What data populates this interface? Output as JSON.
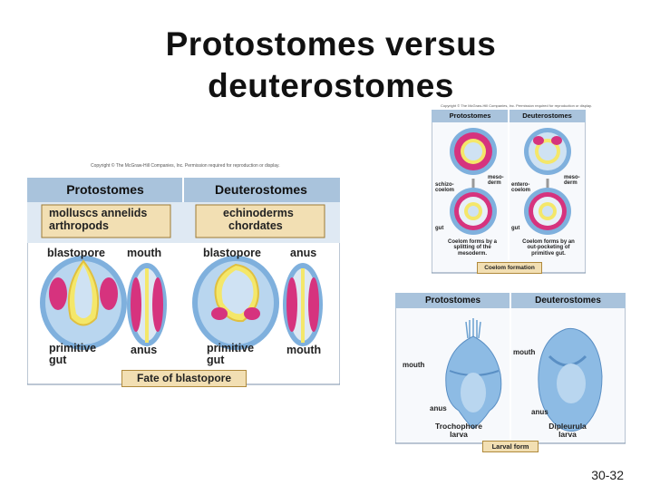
{
  "title_line1": "Protostomes versus",
  "title_line2": "deuterostomes",
  "slide_number": "30-32",
  "copyright": "Copyright © The McGraw-Hill Companies, Inc. Permission required for reproduction or display.",
  "fig_left": {
    "protostomes": "Protostomes",
    "deuterostomes": "Deuterostomes",
    "proto_examples_1": "molluscs annelids",
    "proto_examples_2": "arthropods",
    "deut_examples_1": "echinoderms",
    "deut_examples_2": "chordates",
    "blastopore_a": "blastopore",
    "mouth_a": "mouth",
    "blastopore_b": "blastopore",
    "anus_a": "anus",
    "primitive_gut_a": "primitive",
    "gut_a": "gut",
    "anus_b": "anus",
    "primitive_gut_b": "primitive",
    "gut_b": "gut",
    "mouth_b": "mouth",
    "caption": "Fate of blastopore"
  },
  "fig_coelom": {
    "protostomes": "Protostomes",
    "deuterostomes": "Deuterostomes",
    "mesoderm_a": "meso-",
    "mesoderm_a2": "derm",
    "schizocoelom": "schizo-",
    "schizocoelom2": "coelom",
    "mesoderm_b": "meso-",
    "mesoderm_b2": "derm",
    "enterocoelom": "entero-",
    "enterocoelom2": "coelom",
    "gut_a": "gut",
    "gut_b": "gut",
    "desc_a1": "Coelom forms by a",
    "desc_a2": "splitting of the",
    "desc_a3": "mesoderm.",
    "desc_b1": "Coelom forms by an",
    "desc_b2": "out-pocketing of",
    "desc_b3": "primitive gut.",
    "caption": "Coelom formation"
  },
  "fig_larva": {
    "protostomes": "Protostomes",
    "deuterostomes": "Deuterostomes",
    "mouth_a": "mouth",
    "anus_a": "anus",
    "mouth_b": "mouth",
    "anus_b": "anus",
    "larva_a1": "Trochophore",
    "larva_a2": "larva",
    "larva_b1": "Dipleurula",
    "larva_b2": "larva",
    "caption": "Larval form"
  },
  "colors": {
    "header_blue": "#a9c3dc",
    "caption_tan": "#f2dfb3",
    "mesoderm_pink": "#d6337e",
    "endoderm_yellow": "#f4e76a",
    "ectoderm_blue": "#7fb0dd"
  }
}
